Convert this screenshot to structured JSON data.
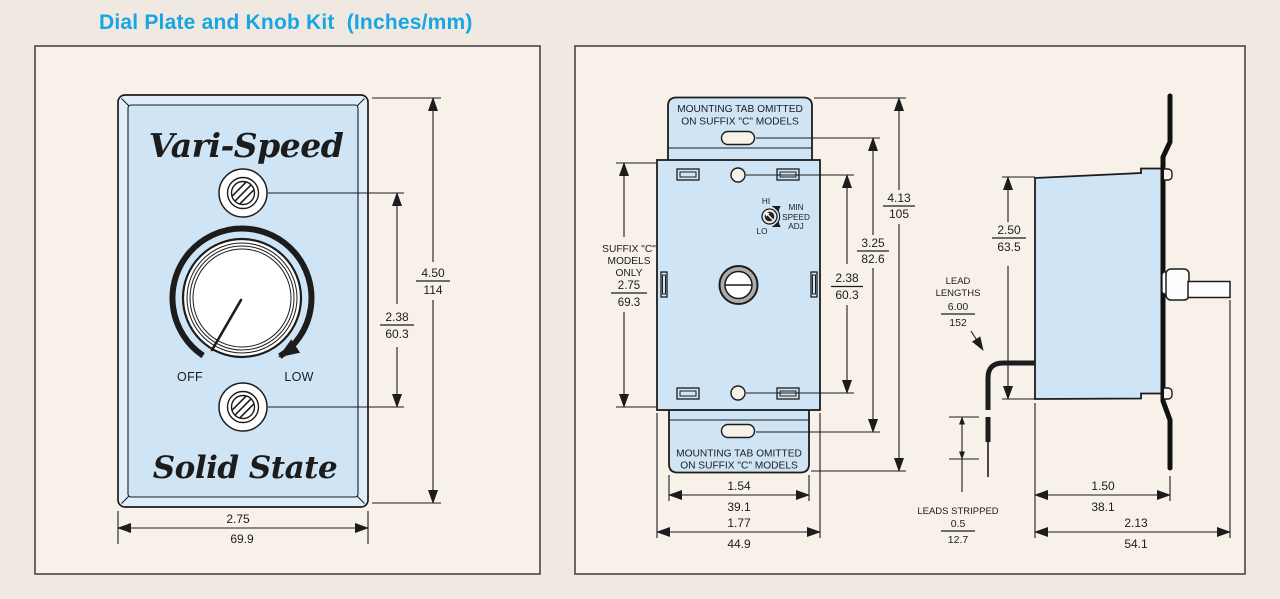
{
  "title": "Dial Plate and Knob Kit  (Inches/mm)",
  "colors": {
    "accent": "#17a5e3",
    "plate_fill": "#cfe5f6",
    "panel_bg": "#f7f1ea",
    "line": "#1c1c1c"
  },
  "plate": {
    "brand_top": "Vari-Speed",
    "brand_bottom": "Solid State",
    "off": "OFF",
    "low": "LOW",
    "dims": {
      "height": {
        "in": "4.50",
        "mm": "114"
      },
      "screw_span": {
        "in": "2.38",
        "mm": "60.3"
      },
      "width": {
        "in": "2.75",
        "mm": "69.9"
      }
    }
  },
  "front_view": {
    "mounting_tab_note": {
      "line1": "MOUNTING TAB OMITTED",
      "line2": "ON SUFFIX \"C\" MODELS"
    },
    "min_speed_adj": {
      "hi": "HI",
      "lo": "LO",
      "line1": "MIN",
      "line2": "SPEED",
      "line3": "ADJ"
    },
    "suffix_note": {
      "line1": "SUFFIX \"C\"",
      "line2": "MODELS",
      "line3": "ONLY"
    },
    "dims": {
      "suffix_height": {
        "in": "2.75",
        "mm": "69.3"
      },
      "overall_height": {
        "in": "4.13",
        "mm": "105"
      },
      "slot_span": {
        "in": "3.25",
        "mm": "82.6"
      },
      "hole_span": {
        "in": "2.38",
        "mm": "60.3"
      },
      "tab_width": {
        "in": "1.54",
        "mm": "39.1"
      },
      "body_width": {
        "in": "1.77",
        "mm": "44.9"
      }
    }
  },
  "side_view": {
    "lead_lengths": {
      "line1": "LEAD",
      "line2": "LENGTHS",
      "in": "6.00",
      "mm": "152"
    },
    "leads_stripped": {
      "label": "LEADS STRIPPED",
      "in": "0.5",
      "mm": "12.7"
    },
    "dims": {
      "body_height": {
        "in": "2.50",
        "mm": "63.5"
      },
      "body_depth": {
        "in": "1.50",
        "mm": "38.1"
      },
      "overall_depth": {
        "in": "2.13",
        "mm": "54.1"
      }
    }
  }
}
